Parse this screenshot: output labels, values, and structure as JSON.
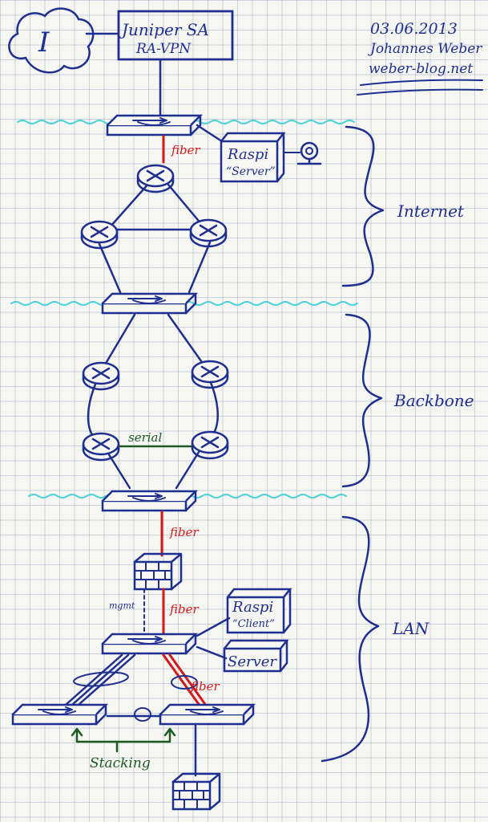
{
  "colors": {
    "ink": "#1f2f8f",
    "fiber": "#d21a1a",
    "serial": "#1c5a22",
    "stacking": "#1c5a22",
    "water": "#4fd2d8",
    "paper": "#f6f6f3"
  },
  "header": {
    "date": "03.06.2013",
    "author": "Johannes Weber",
    "site": "weber-blog.net"
  },
  "cloud": {
    "label": "I"
  },
  "vpn_box": {
    "line1": "Juniper SA",
    "line2": "RA-VPN"
  },
  "raspi_server": {
    "line1": "Raspi",
    "line2": "“Server”"
  },
  "raspi_client": {
    "line1": "Raspi",
    "line2": "“Client”"
  },
  "server_box": {
    "label": "Server"
  },
  "zones": {
    "internet": "Internet",
    "backbone": "Backbone",
    "lan": "LAN"
  },
  "links": {
    "fiber_top": "fiber",
    "fiber_mid": "fiber",
    "fiber_fw": "fiber",
    "fiber_lan": "fiber",
    "serial": "serial",
    "mgmt": "mgmt",
    "stacking": "Stacking"
  }
}
